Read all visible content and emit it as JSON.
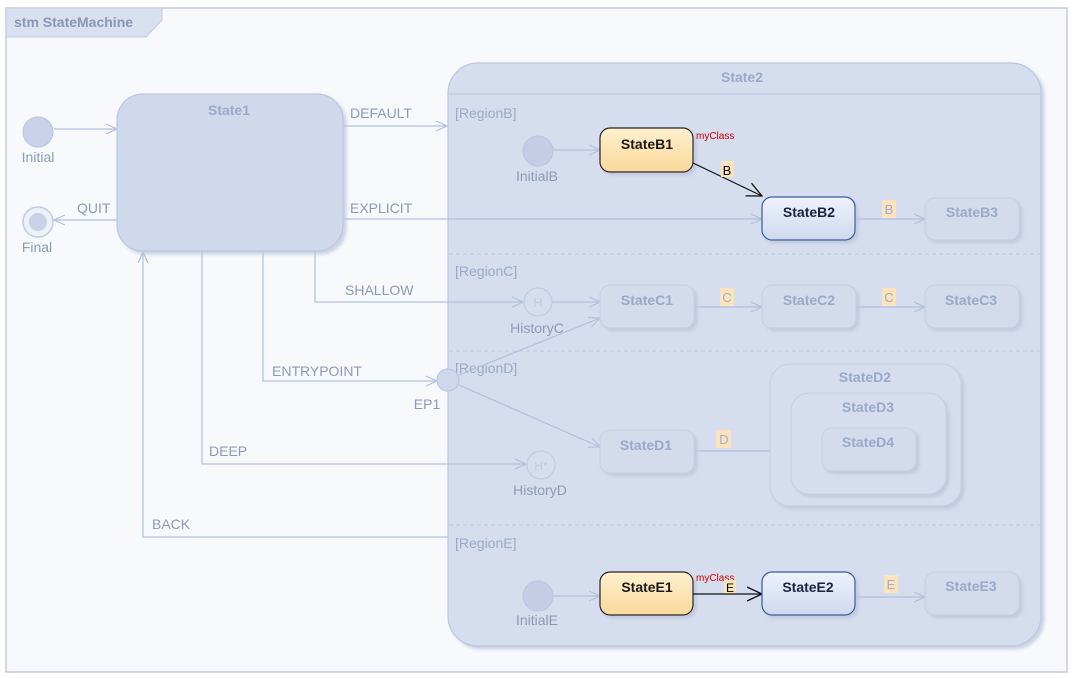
{
  "frame": {
    "title": "stm StateMachine"
  },
  "pseudostates": {
    "initial": "Initial",
    "final": "Final",
    "initial_b": "InitialB",
    "history_c": "HistoryC",
    "history_d": "HistoryD",
    "entry_point": "EP1",
    "initial_e": "InitialE",
    "history_shallow_symbol": "H",
    "history_deep_symbol": "H*"
  },
  "states": {
    "state1": "State1",
    "state2": "State2",
    "b1": "StateB1",
    "b2": "StateB2",
    "b3": "StateB3",
    "c1": "StateC1",
    "c2": "StateC2",
    "c3": "StateC3",
    "d1": "StateD1",
    "d2": "StateD2",
    "d3": "StateD3",
    "d4": "StateD4",
    "e1": "StateE1",
    "e2": "StateE2",
    "e3": "StateE3"
  },
  "regions": {
    "b": "[RegionB]",
    "c": "[RegionC]",
    "d": "[RegionD]",
    "e": "[RegionE]"
  },
  "transitions": {
    "default": "DEFAULT",
    "explicit": "EXPLICIT",
    "shallow": "SHALLOW",
    "entrypoint": "ENTRYPOINT",
    "deep": "DEEP",
    "back": "BACK",
    "quit": "QUIT"
  },
  "triggers": {
    "b1_b2": "B",
    "b2_b3": "B",
    "c1_c2": "C",
    "c2_c3": "C",
    "d1_d4": "D",
    "e1_e2": "E",
    "e2_e3": "E"
  },
  "stereotypes": {
    "b1": "myClass",
    "e1": "myClass"
  },
  "colors": {
    "frame_border": "#c3cbe0",
    "faded_fill": "#d3dbec",
    "state2_fill": "#d6ddee",
    "active_fill": "#fde4b0",
    "selected_fill": "#dce4f5",
    "faded_line": "#b3c0dd",
    "active_line": "#000000",
    "stereotype_text": "#cc0000",
    "trigger_box": "#fbe3bd"
  }
}
